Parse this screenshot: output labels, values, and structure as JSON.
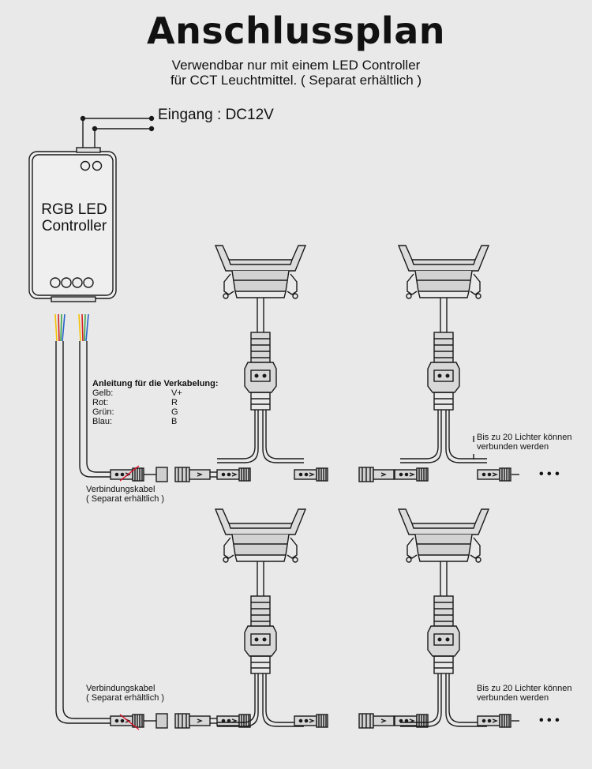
{
  "title": "Anschlussplan",
  "subtitle": [
    "Verwendbar nur mit einem LED Controller",
    "für CCT Leuchtmittel. ( Separat erhältlich )"
  ],
  "input_label": "Eingang : DC12V",
  "controller": {
    "line1": "RGB LED",
    "line2": "Controller"
  },
  "wiring_guide": {
    "title": "Anleitung für die Verkabelung:",
    "rows": [
      {
        "name": "Gelb:",
        "code": "V+"
      },
      {
        "name": "Rot:",
        "code": "R"
      },
      {
        "name": "Grün:",
        "code": "G"
      },
      {
        "name": "Blau:",
        "code": "B"
      }
    ]
  },
  "cable_note": {
    "line1": "Verbindungskabel",
    "line2": "( Separat erhältlich )"
  },
  "max_note": {
    "line1": "Bis zu 20 Lichter können",
    "line2": "verbunden werden"
  },
  "continuation": "• • •",
  "colors": {
    "background": "#e9e9e9",
    "line": "#1a1a1a",
    "cut_mark": "#e0001b",
    "wire_yellow": "#f2c200",
    "wire_red": "#d42020",
    "wire_green": "#3aa64a",
    "wire_blue": "#2a63c9"
  }
}
